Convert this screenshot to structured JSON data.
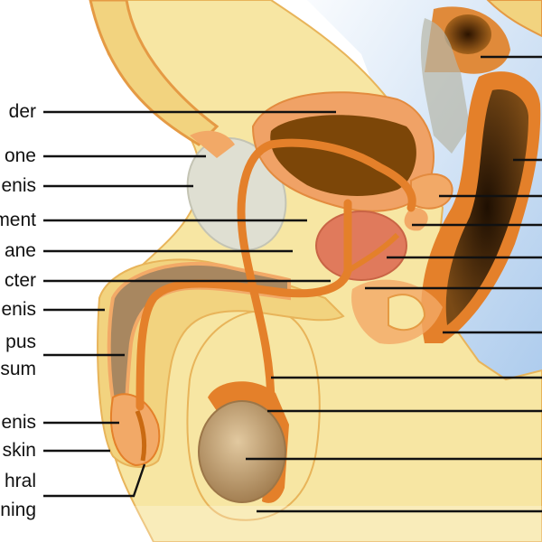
{
  "labels": [
    {
      "id": "bladder",
      "text": "der"
    },
    {
      "id": "pubic-bone",
      "text": "one"
    },
    {
      "id": "vas-deferens-penis",
      "text": "enis"
    },
    {
      "id": "ligament",
      "text": "ment"
    },
    {
      "id": "membrane",
      "text": "ane"
    },
    {
      "id": "sphincter",
      "text": "cter"
    },
    {
      "id": "shaft-penis",
      "text": "enis"
    },
    {
      "id": "corpus-line1",
      "text": "pus"
    },
    {
      "id": "corpus-line2",
      "text": "sum"
    },
    {
      "id": "glans-penis",
      "text": "enis"
    },
    {
      "id": "foreskin",
      "text": "skin"
    },
    {
      "id": "urethral-line1",
      "text": "hral"
    },
    {
      "id": "urethral-line2",
      "text": "ning"
    }
  ],
  "colors": {
    "skin": "#f7e6a3",
    "skin_dark": "#f2d37f",
    "orange": "#e4802a",
    "orange_light": "#f2a967",
    "bladder": "#f0a266",
    "bladder_inner": "#7c4608",
    "prostate": "#e07a5c",
    "bone": "#dfdfd2",
    "rectum_dark": "#3a2008",
    "intestine_blue": "#bcd5ef",
    "testis": "#c7a47a",
    "corpus": "#a88760"
  }
}
